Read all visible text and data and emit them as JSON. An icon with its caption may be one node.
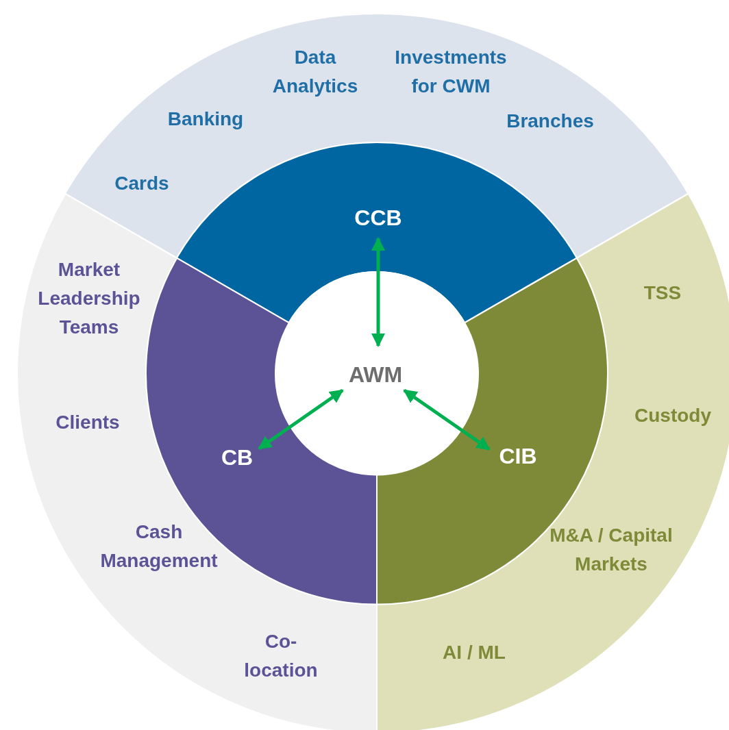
{
  "diagram": {
    "nodes": [
      {
        "text": [
          "Cards",
          "Banking",
          "Data Analytics",
          "Investments for CWM",
          "Branches"
        ]
      },
      {
        "text": [
          "CCB"
        ]
      },
      {
        "text": [
          "Market Leadership Teams",
          "Clients",
          "Cash Management",
          "Co-location"
        ]
      },
      {
        "text": [
          "TSS",
          "Custody",
          "M&A / Capital Markets",
          "AI / ML"
        ]
      },
      {
        "text": [
          "AWM"
        ]
      },
      {
        "text": [
          "CB"
        ]
      },
      {
        "text": [
          "CIB"
        ]
      }
    ],
    "edges": [
      {
        "from": 4,
        "to": 1,
        "arrow": "both"
      },
      {
        "from": 4,
        "to": 5,
        "arrow": "both"
      },
      {
        "from": 4,
        "to": 6,
        "arrow": "both"
      }
    ]
  }
}
